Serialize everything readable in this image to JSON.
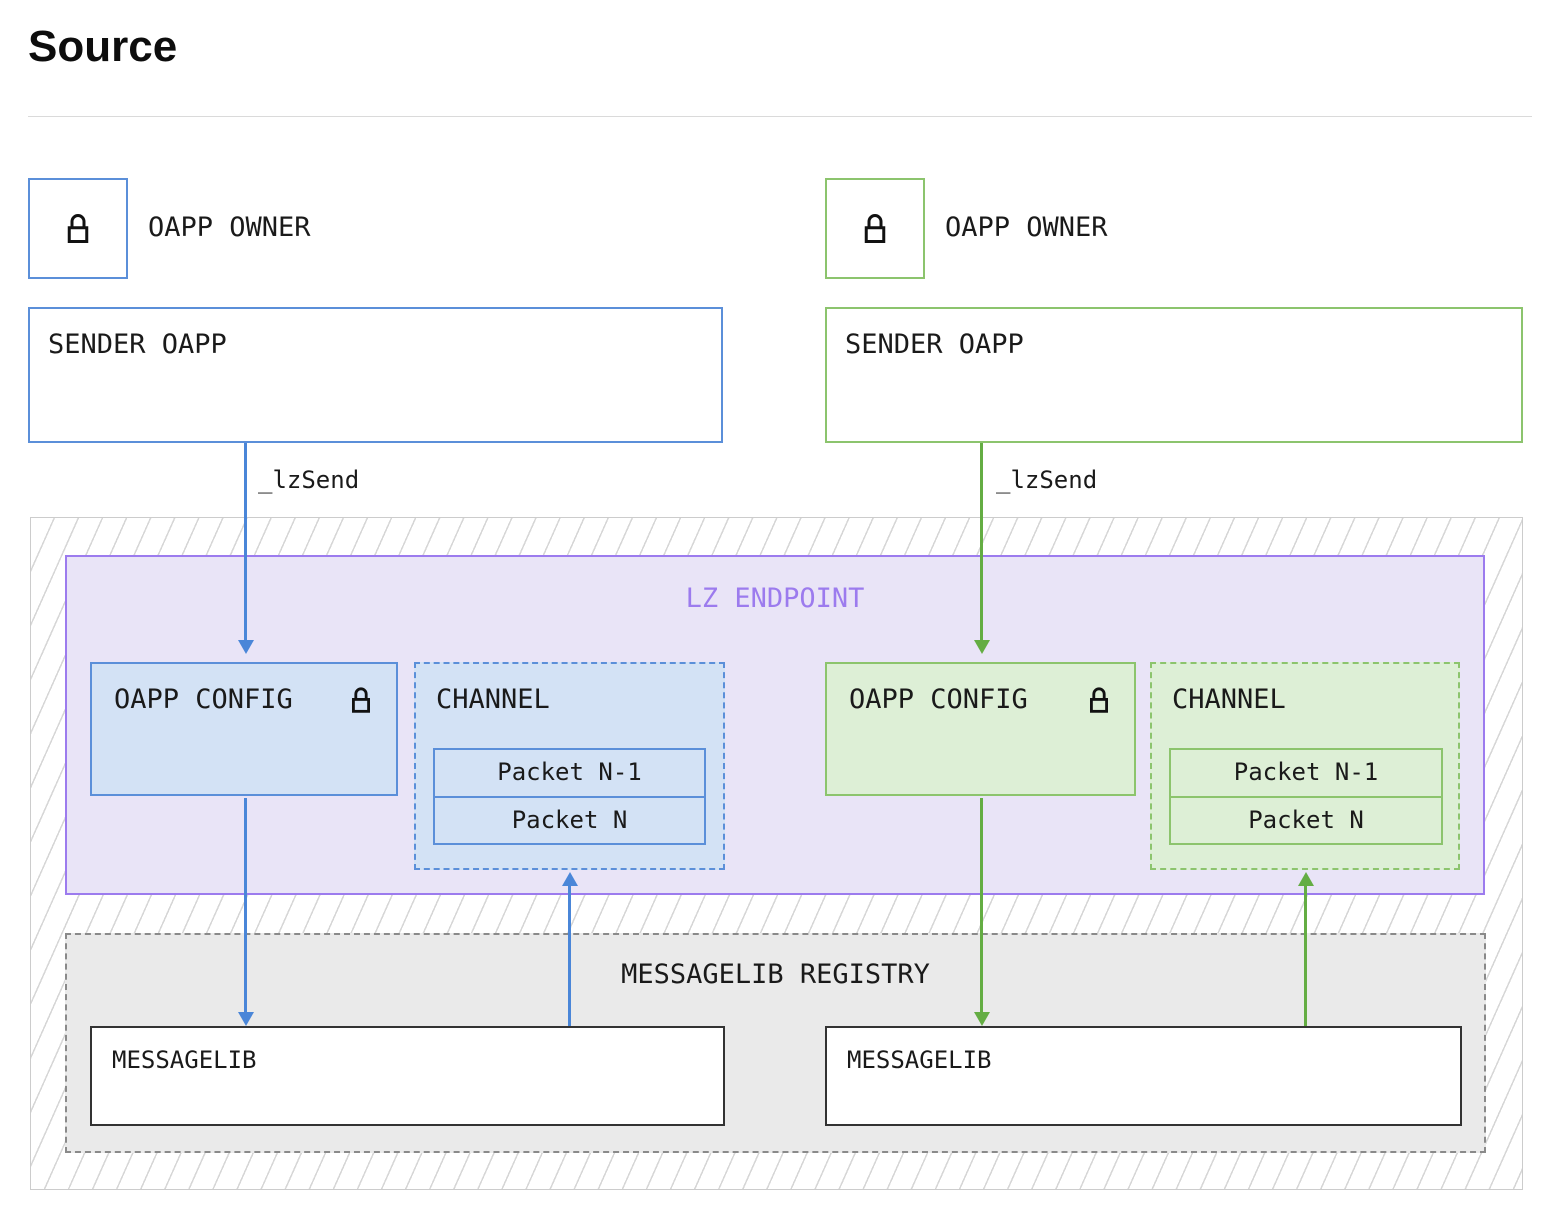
{
  "title": "Source",
  "endpoint_label": "LZ ENDPOINT",
  "registry_label": "MESSAGELIB REGISTRY",
  "columns": [
    {
      "theme": "blue",
      "owner_label": "OAPP OWNER",
      "sender_label": "SENDER OAPP",
      "call_label": "_lzSend",
      "config_label": "OAPP CONFIG",
      "channel_label": "CHANNEL",
      "packets": [
        "Packet N-1",
        "Packet N"
      ],
      "messagelib_label": "MESSAGELIB"
    },
    {
      "theme": "green",
      "owner_label": "OAPP OWNER",
      "sender_label": "SENDER OAPP",
      "call_label": "_lzSend",
      "config_label": "OAPP CONFIG",
      "channel_label": "CHANNEL",
      "packets": [
        "Packet N-1",
        "Packet N"
      ],
      "messagelib_label": "MESSAGELIB"
    }
  ],
  "colors": {
    "blue_border": "#5b8fd9",
    "blue_strong": "#4a86d8",
    "blue_fill": "#d3e2f5",
    "green_border": "#8cc46d",
    "green_strong": "#64ad43",
    "green_fill": "#ddefd6",
    "purple_border": "#9c7bee",
    "purple_fill": "#e9e4f7",
    "purple_text": "#9c7bee",
    "gray_fill": "#eaeaea",
    "gray_border": "#8a8a8a",
    "dark_border": "#333333"
  }
}
